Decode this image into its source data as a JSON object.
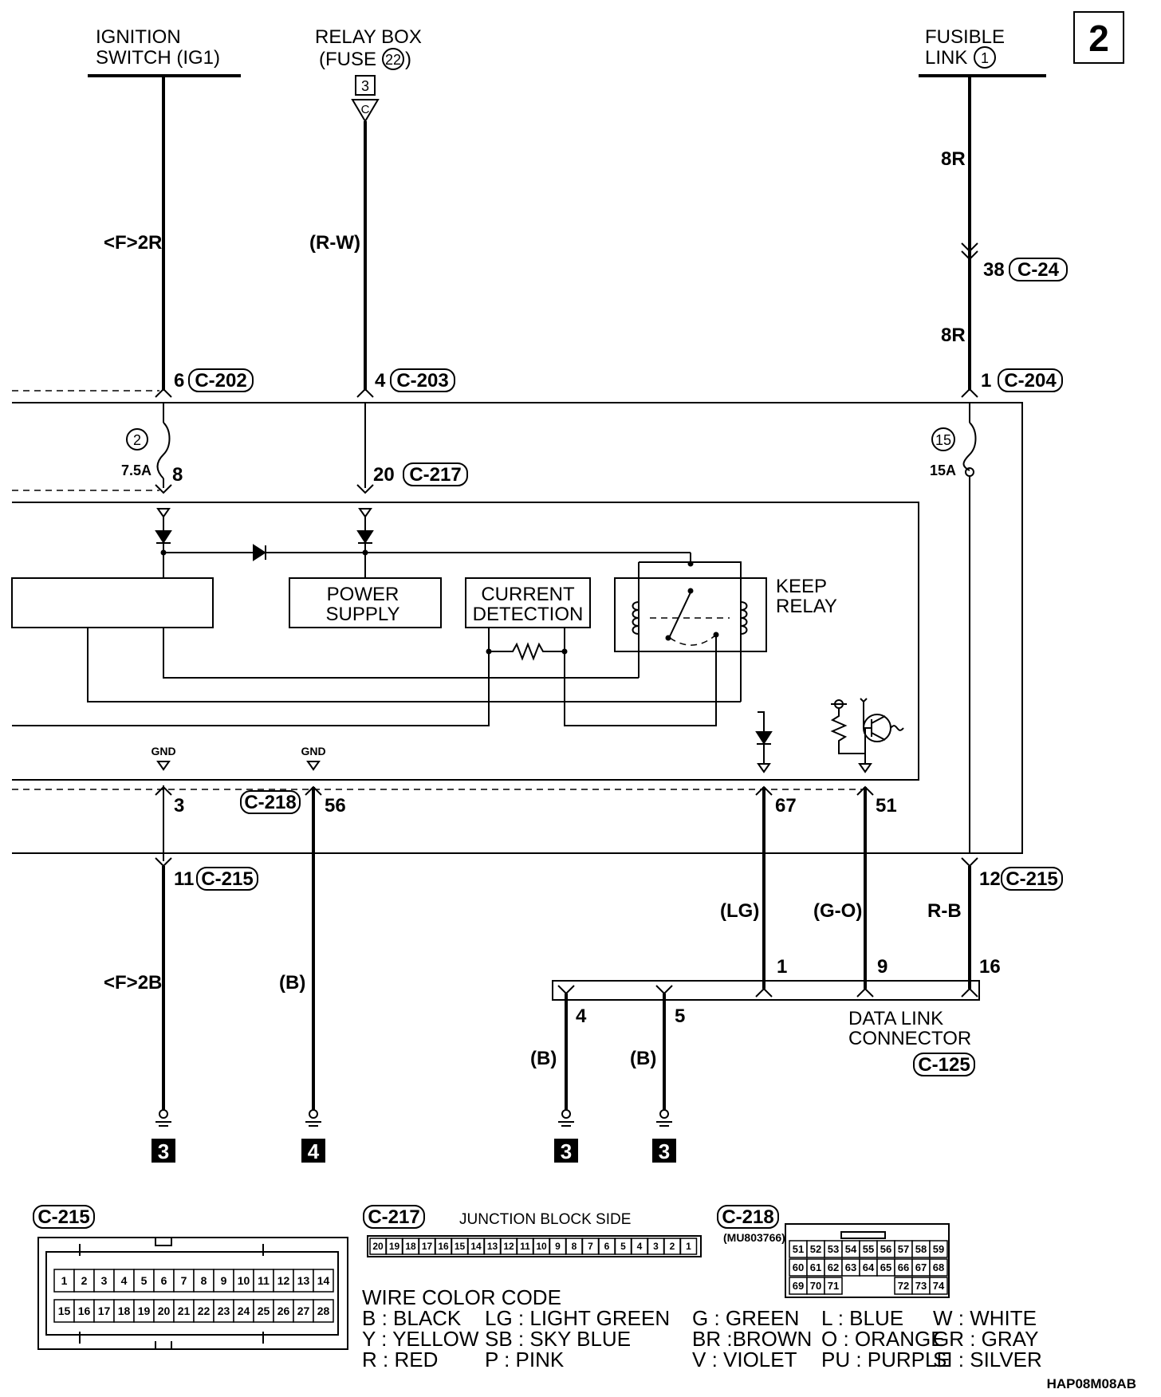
{
  "page_number": "2",
  "figure_id": "HAP08M08AB",
  "sources": {
    "ignition": {
      "line1": "IGNITION",
      "line2": "SWITCH (IG1)"
    },
    "relay_box": {
      "line1": "RELAY BOX",
      "line2": "(FUSE",
      "fuse_no": "22",
      "line2_end": ")",
      "connector_ref": "3",
      "arrow_letter": "C"
    },
    "fusible_link": {
      "line1": "FUSIBLE",
      "line2": "LINK",
      "link_no": "1"
    }
  },
  "wires": {
    "w_ig_top": "<F>2R",
    "w_relay_top": "(R-W)",
    "w_fl_top": "8R",
    "w_fl_mid": "8R",
    "w_ig_bottom": "<F>2B",
    "w_gnd56": "(B)",
    "w_lg": "(LG)",
    "w_go": "(G-O)",
    "w_rb": "R-B",
    "w_dlc4": "(B)",
    "w_dlc5": "(B)"
  },
  "pins": {
    "p38": "38",
    "c24": "C-24",
    "p6": "6",
    "c202": "C-202",
    "p4": "4",
    "c203": "C-203",
    "p1": "1",
    "c204": "C-204",
    "fuse2": "2",
    "fuse2_rating": "7.5A",
    "p8": "8",
    "p20": "20",
    "c217": "C-217",
    "fuse15": "15",
    "fuse15_rating": "15A",
    "gnd_a": "GND",
    "gnd_b": "GND",
    "p3": "3",
    "c218": "C-218",
    "p56": "56",
    "p67": "67",
    "p51": "51",
    "p11": "11",
    "c215a": "C-215",
    "p12": "12",
    "c215b": "C-215",
    "dlc1": "1",
    "dlc9": "9",
    "dlc16": "16",
    "dlc4": "4",
    "dlc5": "5",
    "dlc_line1": "DATA LINK",
    "dlc_line2": "CONNECTOR",
    "c125": "C-125"
  },
  "grounds": {
    "g1": "3",
    "g2": "4",
    "g3": "3",
    "g4": "3"
  },
  "blocks": {
    "power_supply": {
      "line1": "POWER",
      "line2": "SUPPLY"
    },
    "current_detection": {
      "line1": "CURRENT",
      "line2": "DETECTION"
    },
    "keep_relay": {
      "line1": "KEEP",
      "line2": "RELAY"
    }
  },
  "connectors": {
    "c215": {
      "title": "C-215",
      "row1": [
        "1",
        "2",
        "3",
        "4",
        "5",
        "6",
        "7",
        "8",
        "9",
        "10",
        "11",
        "12",
        "13",
        "14"
      ],
      "row2": [
        "15",
        "16",
        "17",
        "18",
        "19",
        "20",
        "21",
        "22",
        "23",
        "24",
        "25",
        "26",
        "27",
        "28"
      ]
    },
    "c217": {
      "title": "C-217",
      "subtitle": "JUNCTION BLOCK SIDE",
      "pins": [
        "20",
        "19",
        "18",
        "17",
        "16",
        "15",
        "14",
        "13",
        "12",
        "11",
        "10",
        "9",
        "8",
        "7",
        "6",
        "5",
        "4",
        "3",
        "2",
        "1"
      ]
    },
    "c218": {
      "title": "C-218",
      "part": "(MU803766)",
      "row1": [
        "51",
        "52",
        "53",
        "54",
        "55",
        "56",
        "57",
        "58",
        "59"
      ],
      "row2": [
        "60",
        "61",
        "62",
        "63",
        "64",
        "65",
        "66",
        "67",
        "68"
      ],
      "row3": [
        "69",
        "70",
        "71",
        "",
        "",
        "",
        "72",
        "73",
        "74"
      ]
    }
  },
  "wire_color_code": {
    "title": "WIRE COLOR CODE",
    "rows": [
      [
        "B : BLACK",
        "LG : LIGHT GREEN",
        "G : GREEN",
        "L : BLUE",
        "W : WHITE"
      ],
      [
        "Y : YELLOW",
        "SB : SKY BLUE",
        "BR :BROWN",
        "O : ORANGE",
        "GR : GRAY"
      ],
      [
        "R : RED",
        "P : PINK",
        "V : VIOLET",
        "PU : PURPLE",
        "SI : SILVER"
      ]
    ]
  }
}
